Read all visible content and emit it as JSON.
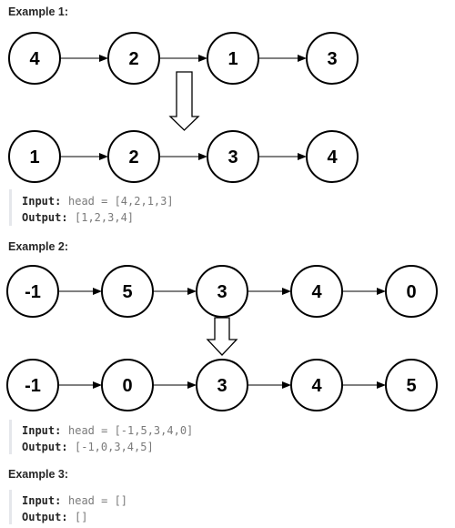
{
  "examples": [
    {
      "title": "Example 1:",
      "before": [
        "4",
        "2",
        "1",
        "3"
      ],
      "after": [
        "1",
        "2",
        "3",
        "4"
      ],
      "input_label": "Input:",
      "input_value": "head = [4,2,1,3]",
      "output_label": "Output:",
      "output_value": "[1,2,3,4]"
    },
    {
      "title": "Example 2:",
      "before": [
        "-1",
        "5",
        "3",
        "4",
        "0"
      ],
      "after": [
        "-1",
        "0",
        "3",
        "4",
        "5"
      ],
      "input_label": "Input:",
      "input_value": "head = [-1,5,3,4,0]",
      "output_label": "Output:",
      "output_value": "[-1,0,3,4,5]"
    },
    {
      "title": "Example 3:",
      "before": [],
      "after": [],
      "input_label": "Input:",
      "input_value": "head = []",
      "output_label": "Output:",
      "output_value": "[]"
    }
  ]
}
